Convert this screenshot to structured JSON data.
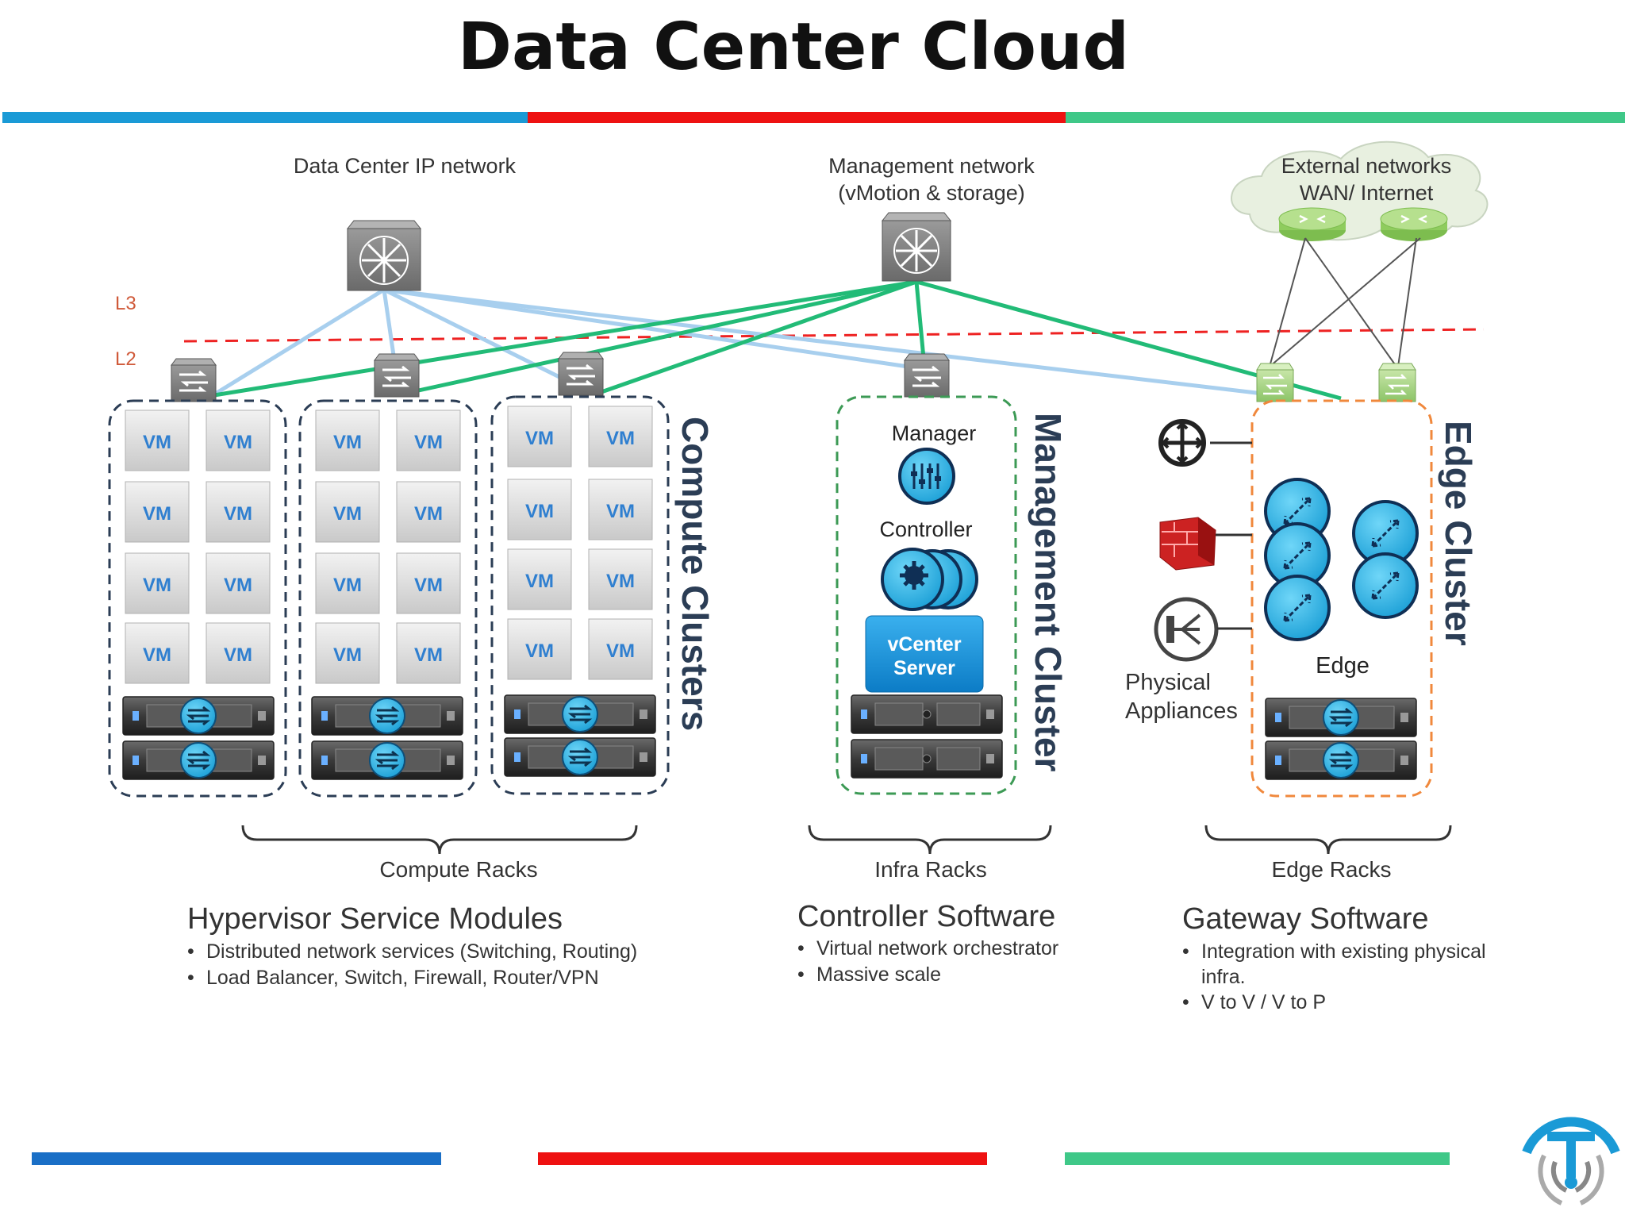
{
  "title": "Data Center Cloud",
  "networks": {
    "dc_ip": "Data Center IP network",
    "mgmt_line1": "Management network",
    "mgmt_line2": "(vMotion & storage)",
    "ext_line1": "External networks",
    "ext_line2": "WAN/ Internet"
  },
  "layers": {
    "l3": "L3",
    "l2": "L2"
  },
  "vm_label": "VM",
  "clusters": {
    "compute": "Compute Clusters",
    "management": "Management Cluster",
    "edge": "Edge Cluster"
  },
  "mgmt_components": {
    "manager": "Manager",
    "controller": "Controller",
    "vcenter_line1": "vCenter",
    "vcenter_line2": "Server"
  },
  "edge_components": {
    "edge": "Edge",
    "physical_line1": "Physical",
    "physical_line2": "Appliances"
  },
  "racks": {
    "compute": "Compute Racks",
    "infra": "Infra Racks",
    "edge": "Edge Racks"
  },
  "sections": {
    "hypervisor": {
      "heading": "Hypervisor Service Modules",
      "bullets": [
        "Distributed network services (Switching, Routing)",
        "Load Balancer, Switch, Firewall, Router/VPN"
      ]
    },
    "controller": {
      "heading": "Controller Software",
      "bullets": [
        "Virtual network orchestrator",
        "Massive scale"
      ]
    },
    "gateway": {
      "heading": "Gateway Software",
      "bullets": [
        "Integration with existing physical",
        "infra.",
        "V to V / V to P"
      ]
    }
  },
  "colors": {
    "blue": "#1a9ad6",
    "red": "#ee1111",
    "green": "#3fc888",
    "vm_text": "#2f7fd0",
    "edge_orange": "#f0883c",
    "mgmt_green": "#3c9a55",
    "vcenter": "#1a8fd6"
  },
  "icons": [
    "switch-icon",
    "router-icon",
    "cloud-icon",
    "firewall-icon",
    "manager-icon",
    "controller-icon",
    "server-icon",
    "edge-node-icon",
    "logo-icon"
  ]
}
